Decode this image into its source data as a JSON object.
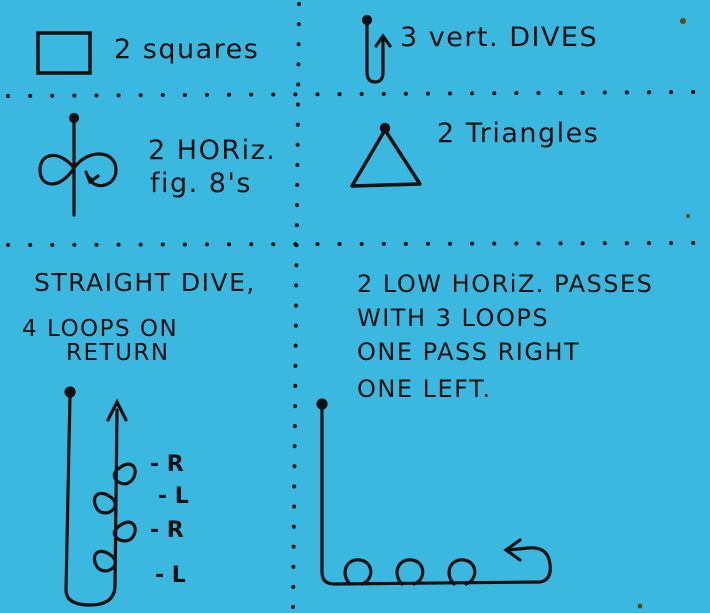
{
  "cells": {
    "squares": {
      "label": "2 squares"
    },
    "vert_dives": {
      "label": "3 vert. DIVES"
    },
    "horiz_fig8": {
      "line1": "2 HORiz.",
      "line2": "fig. 8's"
    },
    "triangles": {
      "label": "2 Triangles"
    },
    "straight_dive": {
      "line1": "STRAIGHT DIVE,",
      "line2": "4 LOOPS ON",
      "line3": "RETURN"
    },
    "low_passes": {
      "line1": "2 LOW HORiZ. PASSES",
      "line2": "WITH 3 LOOPS",
      "line3": "ONE PASS RIGHT",
      "line4": "ONE LEFT."
    }
  },
  "loop_sides": [
    "- R",
    "- L",
    "- R",
    "- L"
  ],
  "colors": {
    "paper": "#3bb8df",
    "ink": "#111111"
  }
}
